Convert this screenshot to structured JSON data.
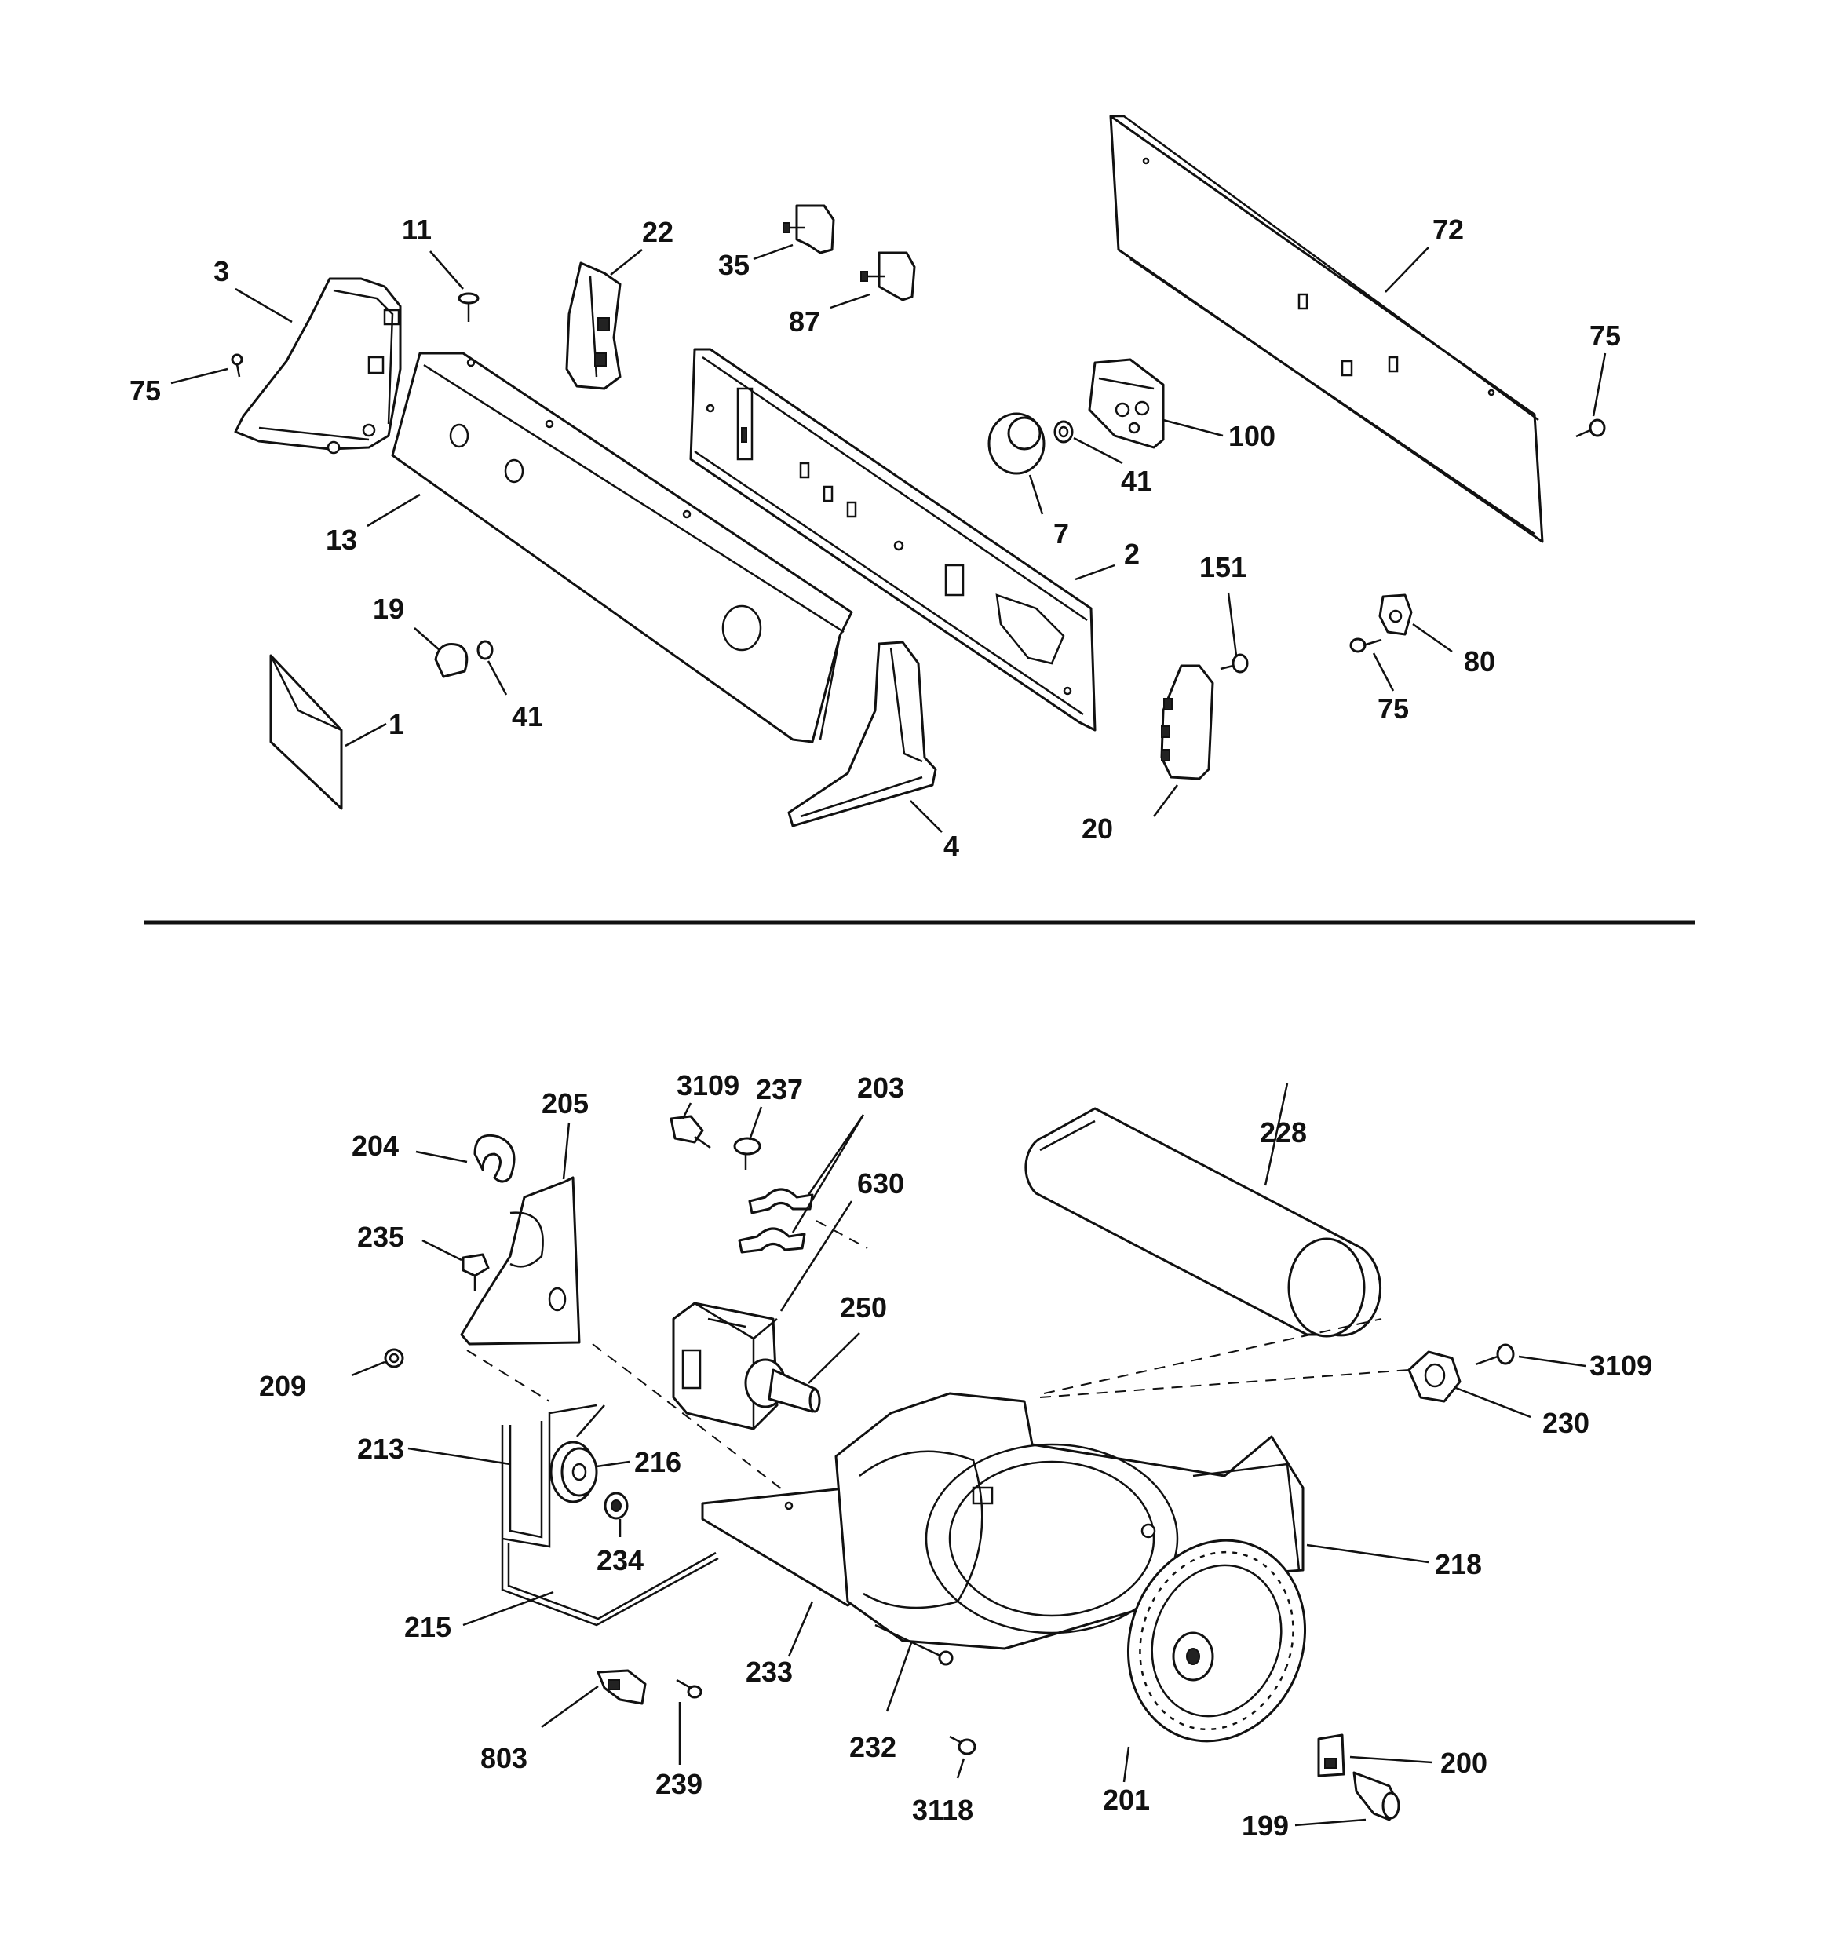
{
  "diagram": {
    "upper_section": {
      "labels": {
        "l1": "1",
        "l2": "2",
        "l3": "3",
        "l4": "4",
        "l7": "7",
        "l11": "11",
        "l13": "13",
        "l19": "19",
        "l20": "20",
        "l22": "22",
        "l35": "35",
        "l41a": "41",
        "l41b": "41",
        "l72": "72",
        "l75a": "75",
        "l75b": "75",
        "l75c": "75",
        "l80": "80",
        "l87": "87",
        "l100": "100",
        "l151": "151"
      }
    },
    "lower_section": {
      "labels": {
        "l199": "199",
        "l200": "200",
        "l201": "201",
        "l203": "203",
        "l204": "204",
        "l205": "205",
        "l209": "209",
        "l213": "213",
        "l215": "215",
        "l216": "216",
        "l218": "218",
        "l228": "228",
        "l230": "230",
        "l232": "232",
        "l233": "233",
        "l234": "234",
        "l235": "235",
        "l237": "237",
        "l239": "239",
        "l250": "250",
        "l630": "630",
        "l803": "803",
        "l3109a": "3109",
        "l3109b": "3109",
        "l3118": "3118"
      }
    }
  }
}
